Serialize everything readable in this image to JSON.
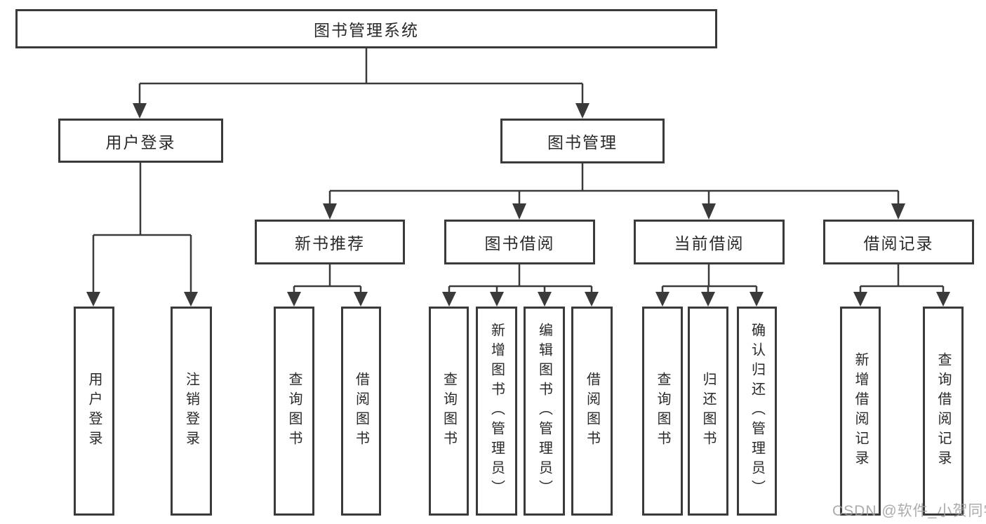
{
  "colors": {
    "line": "#3a3a3a",
    "box_border": "#3a3a3a",
    "text": "#2a2a2a",
    "background": "#ffffff",
    "watermark": "#9e9e9e"
  },
  "watermark": {
    "text": "CSDN @软件_小贺同学"
  },
  "diagram": {
    "root": {
      "label": "图书管理系统"
    },
    "level1": {
      "user_login": {
        "label": "用户登录"
      },
      "book_mgmt": {
        "label": "图书管理"
      }
    },
    "level2": {
      "new_books": {
        "label": "新书推荐"
      },
      "book_borrow": {
        "label": "图书借阅"
      },
      "current_borrow": {
        "label": "当前借阅"
      },
      "borrow_records": {
        "label": "借阅记录"
      }
    },
    "leaves": {
      "user_login": [
        "用户登录",
        "注销登录"
      ],
      "new_books": [
        "查询图书",
        "借阅图书"
      ],
      "book_borrow": [
        "查询图书",
        "新增图书（管理员）",
        "编辑图书（管理员）",
        "借阅图书"
      ],
      "current_borrow": [
        "查询图书",
        "归还图书",
        "确认归还（管理员）"
      ],
      "borrow_records": [
        "新增借阅记录",
        "查询借阅记录"
      ]
    }
  }
}
